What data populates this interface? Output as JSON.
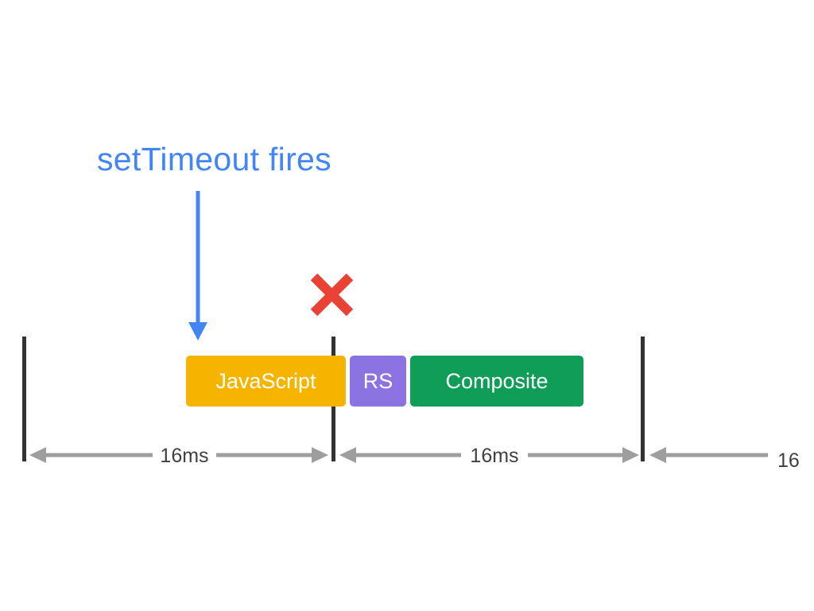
{
  "caption": {
    "text": "setTimeout fires",
    "color": "#4285f4"
  },
  "tasks": {
    "javascript": {
      "label": "JavaScript",
      "color": "#f4b400"
    },
    "rs": {
      "label": "RS",
      "color": "#8b73e1"
    },
    "composite": {
      "label": "Composite",
      "color": "#0f9d58"
    }
  },
  "durations": {
    "first": "16ms",
    "second": "16ms",
    "third": "16"
  },
  "colors": {
    "arrow": "#4285f4",
    "cross": "#ea4335",
    "frame_line": "#333333",
    "duration_arrow": "#9e9e9e"
  },
  "icons": {
    "pointer": "down-arrow-icon",
    "missed_frame": "cross-icon"
  }
}
